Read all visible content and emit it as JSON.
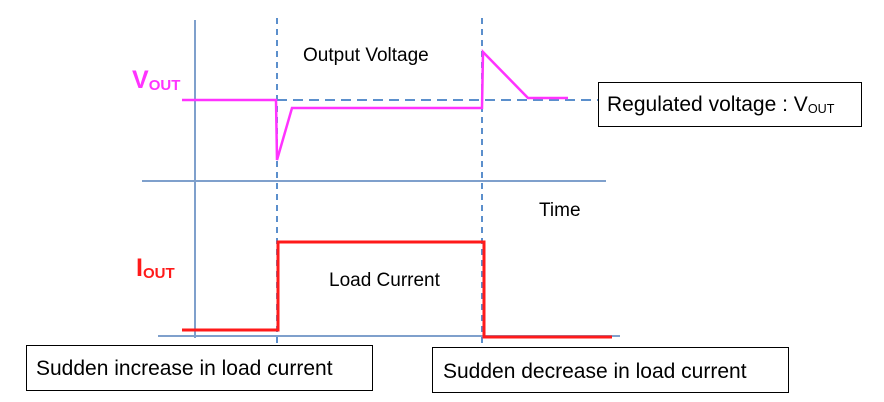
{
  "voltage_trace": {
    "symbol_main": "V",
    "symbol_sub": "OUT",
    "title": "Output Voltage",
    "color": "#ff33ff"
  },
  "current_trace": {
    "symbol_main": "I",
    "symbol_sub": "OUT",
    "title": "Load Current",
    "color": "#ff1a1a"
  },
  "time_axis": {
    "label": "Time"
  },
  "regulated_box": {
    "text_main": "Regulated voltage : V",
    "text_sub": "OUT"
  },
  "increase_box": {
    "text": "Sudden increase in load current"
  },
  "decrease_box": {
    "text": "Sudden decrease in load current"
  },
  "colors": {
    "axis": "#7fa0cc",
    "dashed": "#5b8fcc"
  }
}
